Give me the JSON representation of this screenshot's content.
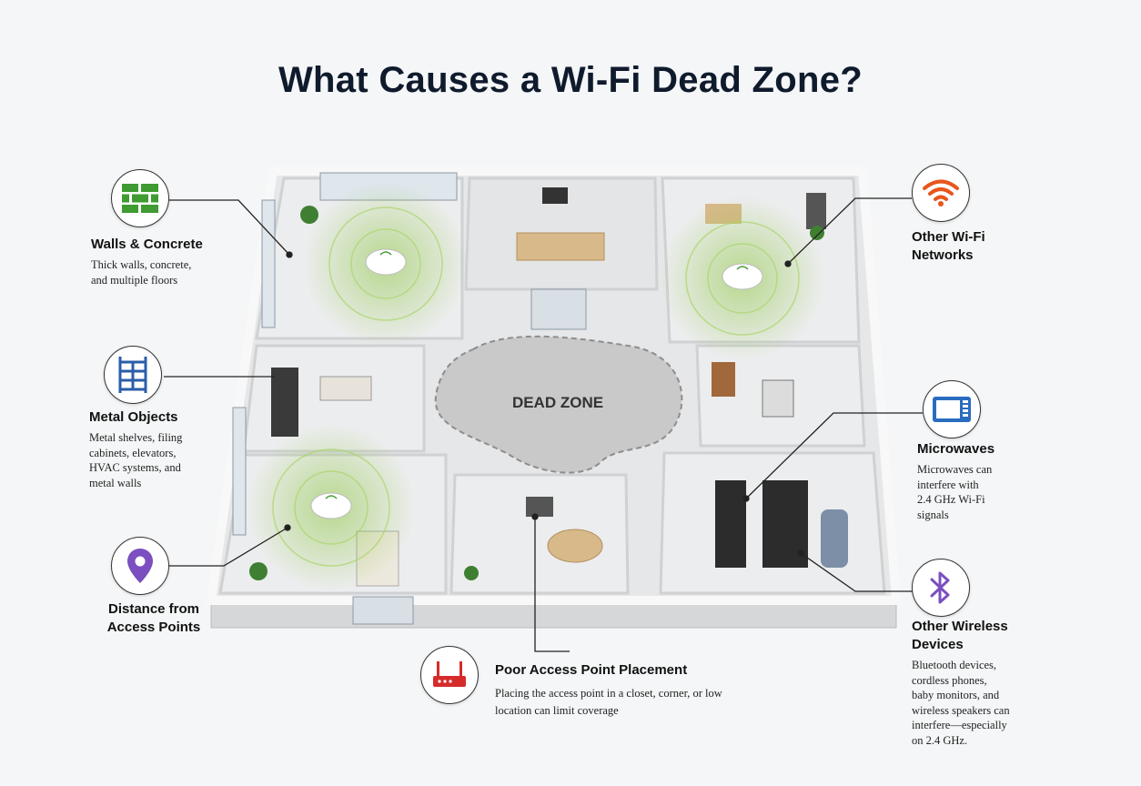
{
  "title": "What Causes a Wi-Fi Dead Zone?",
  "dead_zone_label": "DEAD ZONE",
  "callouts": {
    "walls": {
      "heading": "Walls & Concrete",
      "description": "Thick walls, concrete,\nand multiple floors",
      "icon": "brick-wall-icon",
      "color": "#3f9b32"
    },
    "metal": {
      "heading": "Metal Objects",
      "description": "Metal shelves, filing\ncabinets, elevators,\nHVAC systems, and\nmetal walls",
      "icon": "metal-shelf-icon",
      "color": "#2a5ea8"
    },
    "distance": {
      "heading": "Distance from\nAccess Points",
      "icon": "location-pin-icon",
      "color": "#7b4fbf"
    },
    "placement": {
      "heading": "Poor Access Point Placement",
      "description": "Placing the access point in a closet, corner, or low\nlocation can limit coverage",
      "icon": "router-icon",
      "color": "#d62b2b"
    },
    "other_wifi": {
      "heading": "Other Wi-Fi\nNetworks",
      "icon": "wifi-icon",
      "color": "#e8561c"
    },
    "microwaves": {
      "heading": "Microwaves",
      "description": "Microwaves can\ninterfere with\n2.4 GHz Wi-Fi\nsignals",
      "icon": "microwave-icon",
      "color": "#2a6cc0"
    },
    "wireless": {
      "heading": "Other Wireless\nDevices",
      "description": "Bluetooth devices,\ncordless phones,\nbaby monitors, and\nwireless speakers can\ninterfere—especially\non 2.4 GHz.",
      "icon": "bluetooth-icon",
      "color": "#7b4fbf"
    }
  },
  "colors": {
    "signal_green": "#8cc63f",
    "floor": "#e9e9e9",
    "wall": "#fdfdfd",
    "dead_zone": "#c9c9c9"
  }
}
